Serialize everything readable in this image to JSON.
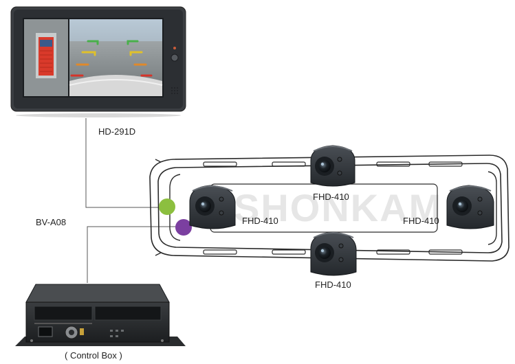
{
  "watermark": "SHONKAM",
  "monitor": {
    "label": "HD-291D"
  },
  "cable": {
    "label": "BV-A08"
  },
  "control_box": {
    "label": "( Control Box )"
  },
  "cameras": [
    {
      "id": "top",
      "label": "FHD-410"
    },
    {
      "id": "left",
      "label": "FHD-410"
    },
    {
      "id": "right",
      "label": "FHD-410"
    },
    {
      "id": "bottom",
      "label": "FHD-410"
    }
  ],
  "colors": {
    "connector_green": "#8cbf3f",
    "connector_purple": "#7b3fa0",
    "line": "#555555",
    "camera_body": "#2e3236"
  },
  "icons": [
    "monitor-icon",
    "bus-outline-icon",
    "camera-icon",
    "dvr-box-icon"
  ]
}
